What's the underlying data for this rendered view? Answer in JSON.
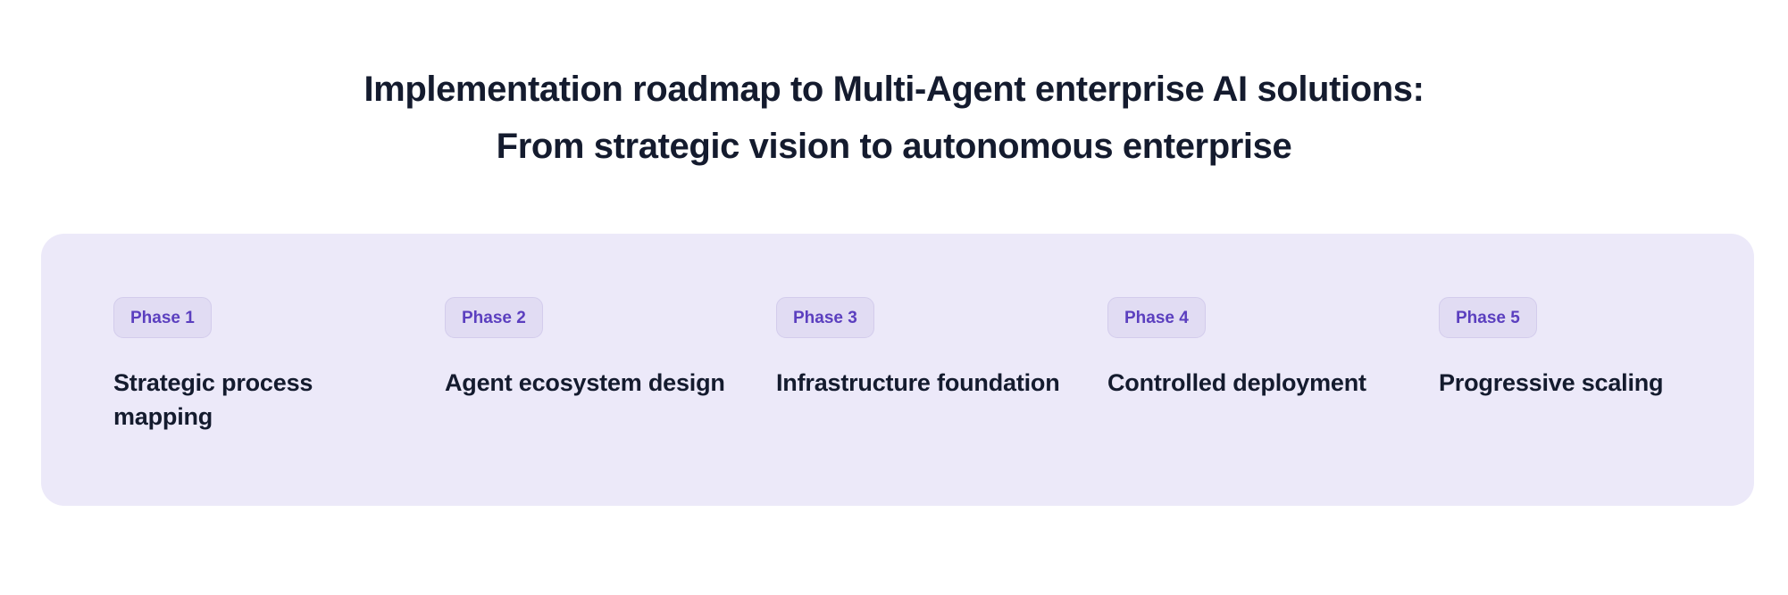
{
  "header": {
    "title_line_1": "Implementation roadmap to Multi-Agent enterprise AI solutions:",
    "title_line_2": "From strategic vision to autonomous enterprise"
  },
  "theme": {
    "page_background": "#FFFFFF",
    "panel_background": "#ECE9F9",
    "badge_background": "#E1DCF3",
    "badge_border": "#D3CCEC",
    "badge_text": "#5B3FBF",
    "heading_text": "#141B2E"
  },
  "roadmap": {
    "phases": [
      {
        "badge": "Phase 1",
        "title": "Strategic process mapping"
      },
      {
        "badge": "Phase 2",
        "title": "Agent ecosystem design"
      },
      {
        "badge": "Phase 3",
        "title": "Infrastructure foundation"
      },
      {
        "badge": "Phase 4",
        "title": "Controlled deployment"
      },
      {
        "badge": "Phase 5",
        "title": "Progressive scaling"
      }
    ]
  }
}
